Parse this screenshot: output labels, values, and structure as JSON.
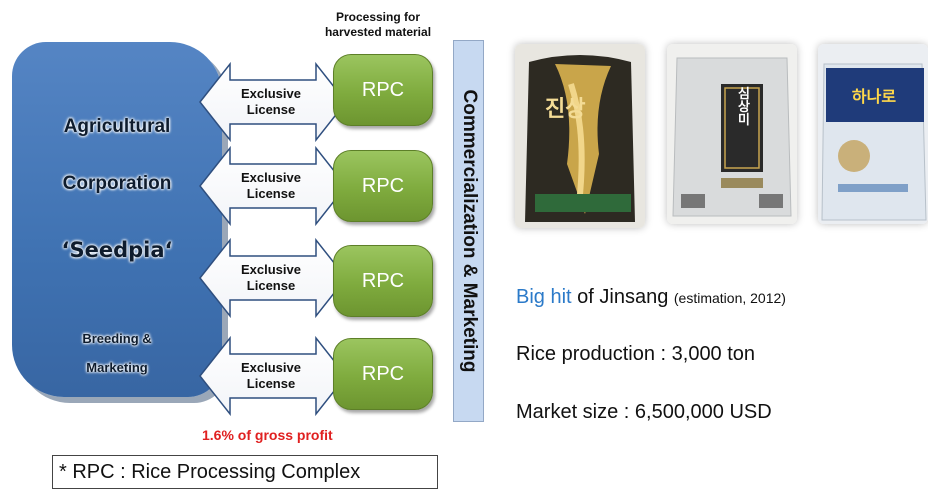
{
  "header": {
    "processing_label": "Processing for\nharvested material"
  },
  "organization": {
    "line1": "Agricultural",
    "line2": "Corporation",
    "line3": "‘Seedpia‘",
    "line4": "Breeding &",
    "line5": "Marketing"
  },
  "lanes": [
    {
      "license": "Exclusive\nLicense",
      "rpc": "RPC"
    },
    {
      "license": "Exclusive\nLicense",
      "rpc": "RPC"
    },
    {
      "license": "Exclusive\nLicense",
      "rpc": "RPC"
    },
    {
      "license": "Exclusive\nLicense",
      "rpc": "RPC"
    }
  ],
  "gross_profit": "1.6% of gross profit",
  "commercialization": "Commercialization & Marketing",
  "stats": {
    "big_hit_highlight": "Big hit",
    "big_hit_rest": " of Jinsang",
    "big_hit_note": "(estimation, 2012)",
    "production": "Rice production : 3,000 ton",
    "market": "Market size : 6,500,000 USD"
  },
  "products": {
    "bag1_label": "진상",
    "bag2_label": "심상미",
    "bag3_label": "하나로"
  },
  "footnote": "* RPC : Rice Processing Complex",
  "colors": {
    "org_blue": "#4a7ebb",
    "rpc_green": "#86b146",
    "commercial_bg": "#c7d9f1",
    "highlight_blue": "#2b7ac9",
    "profit_red": "#e02020"
  }
}
